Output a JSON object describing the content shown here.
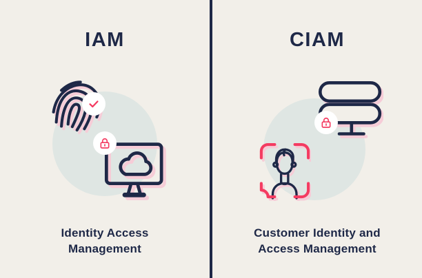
{
  "colors": {
    "cream": "#f2efe9",
    "navy": "#1e2847",
    "pink": "#f43b61",
    "shadow-pink": "#f6ccd7",
    "circle": "#dfe6e3",
    "white": "#ffffff"
  },
  "left": {
    "title": "IAM",
    "label": [
      "Identity Access",
      "Management"
    ],
    "icons": [
      "fingerprint-icon",
      "checkmark-badge-icon",
      "padlock-badge-icon",
      "cloud-monitor-icon"
    ]
  },
  "right": {
    "title": "CIAM",
    "label": [
      "Customer Identity and",
      "Access Management"
    ],
    "icons": [
      "server-stack-icon",
      "padlock-badge-icon",
      "face-scan-icon"
    ]
  }
}
